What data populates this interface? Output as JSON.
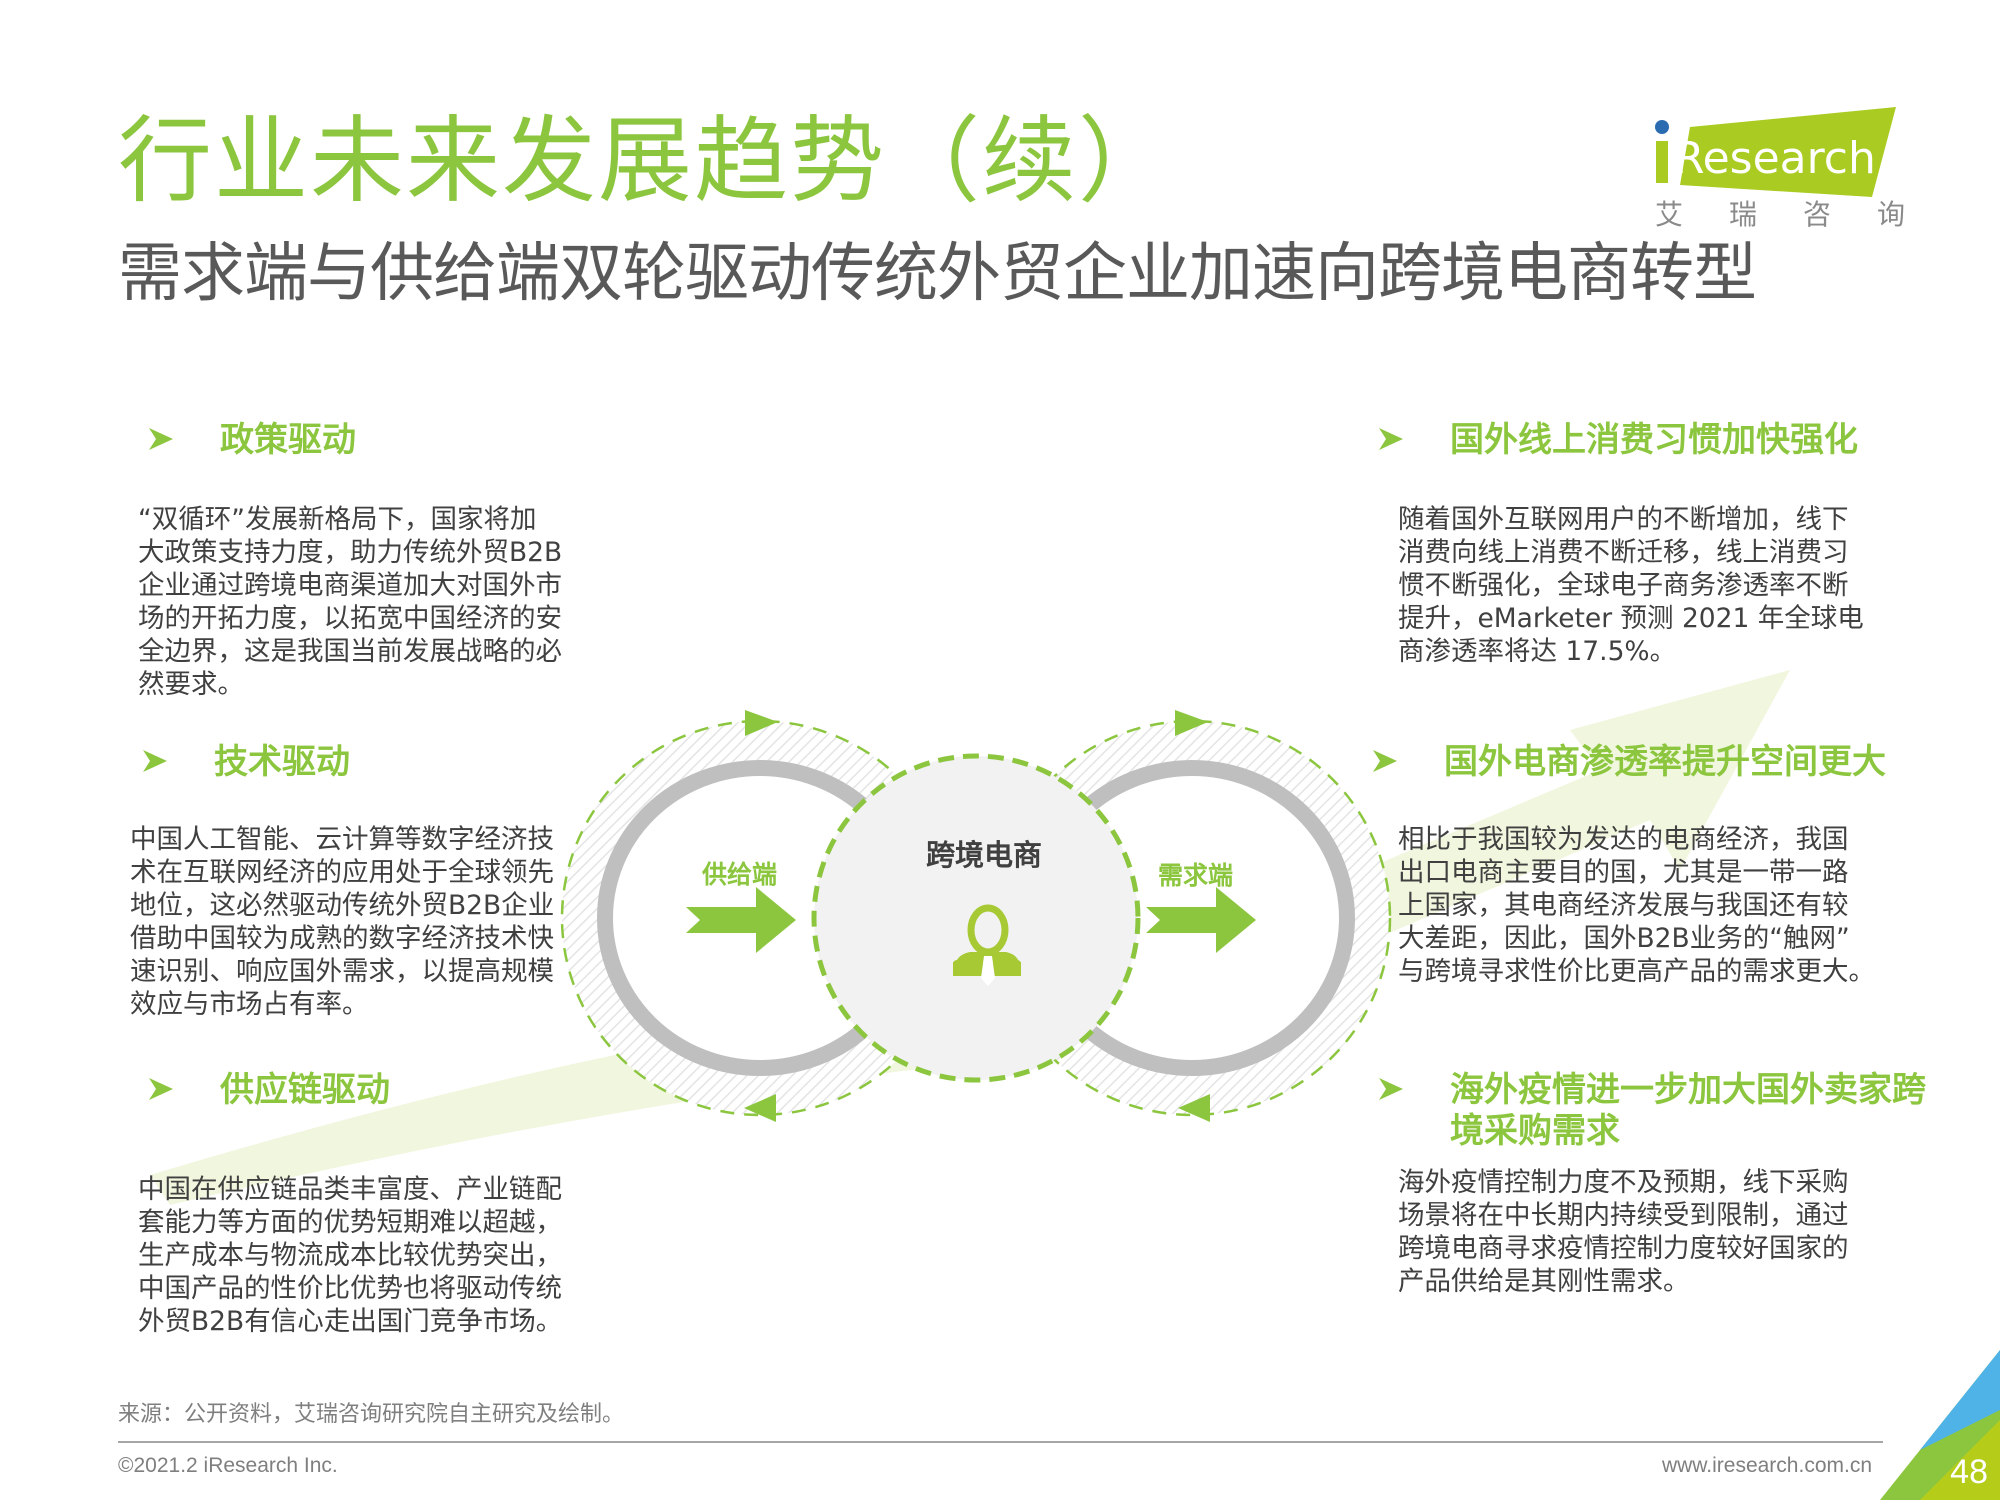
{
  "header": {
    "title": "行业未来发展趋势（续）",
    "subtitle": "需求端与供给端双轮驱动传统外贸企业加速向跨境电商转型",
    "logo": {
      "brand": "iResearch",
      "cn_chars": [
        "艾",
        "瑞",
        "咨",
        "询"
      ]
    }
  },
  "colors": {
    "accent_green": "#8cc63f",
    "logo_green": "#aacc22",
    "logo_dot_blue": "#2b6cb0",
    "ring_gray": "#bfbfbf",
    "text_dark": "#404040",
    "corner_blue": "#4fb3e8"
  },
  "left_sections": [
    {
      "heading": "政策驱动",
      "lines": [
        "“双循环”发展新格局下，国家将加",
        "大政策支持力度，助力传统外贸B2B",
        "企业通过跨境电商渠道加大对国外市",
        "场的开拓力度，以拓宽中国经济的安",
        "全边界，这是我国当前发展战略的必",
        "然要求。"
      ]
    },
    {
      "heading": "技术驱动",
      "lines": [
        "中国人工智能、云计算等数字经济技",
        "术在互联网经济的应用处于全球领先",
        "地位，这必然驱动传统外贸B2B企业",
        "借助中国较为成熟的数字经济技术快",
        "速识别、响应国外需求，以提高规模",
        "效应与市场占有率。"
      ]
    },
    {
      "heading": "供应链驱动",
      "lines": [
        "中国在供应链品类丰富度、产业链配",
        "套能力等方面的优势短期难以超越，",
        "生产成本与物流成本比较优势突出，",
        "中国产品的性价比优势也将驱动传统",
        "外贸B2B有信心走出国门竞争市场。"
      ]
    }
  ],
  "right_sections": [
    {
      "heading": "国外线上消费习惯加快强化",
      "lines": [
        "随着国外互联网用户的不断增加，线下",
        "消费向线上消费不断迁移，线上消费习",
        "惯不断强化，全球电子商务渗透率不断",
        "提升，eMarketer 预测 2021 年全球电",
        "商渗透率将达 17.5%。"
      ]
    },
    {
      "heading": "国外电商渗透率提升空间更大",
      "lines": [
        "相比于我国较为发达的电商经济，我国",
        "出口电商主要目的国，尤其是一带一路",
        "上国家，其电商经济发展与我国还有较",
        "大差距，因此，国外B2B业务的“触网”",
        "与跨境寻求性价比更高产品的需求更大。"
      ]
    },
    {
      "heading_lines": [
        "海外疫情进一步加大国外卖家跨",
        "境采购需求"
      ],
      "lines": [
        "海外疫情控制力度不及预期，线下采购",
        "场景将在中长期内持续受到限制，通过",
        "跨境电商寻求疫情控制力度较好国家的",
        "产品供给是其刚性需求。"
      ]
    }
  ],
  "diagram": {
    "left_label": "供给端",
    "center_label": "跨境电商",
    "right_label": "需求端",
    "center_icon": "businessman-icon"
  },
  "footer": {
    "source": "来源：公开资料，艾瑞咨询研究院自主研究及绘制。",
    "copyright": "©2021.2 iResearch Inc.",
    "website": "www.iresearch.com.cn",
    "page_number": "48"
  }
}
